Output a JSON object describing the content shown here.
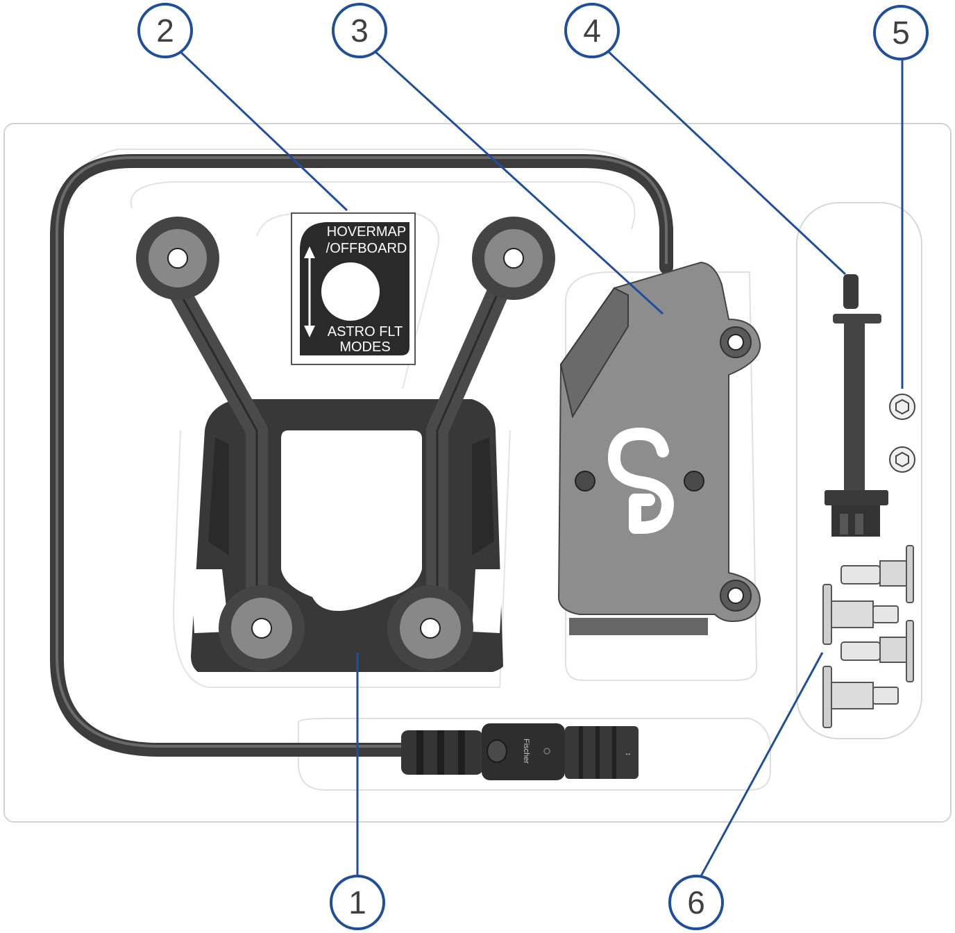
{
  "callouts": [
    "1",
    "2",
    "3",
    "4",
    "5",
    "6"
  ],
  "switch_label": {
    "top_line1": "HOVERMAP",
    "top_line2": "/OFFBOARD",
    "bottom_line1": "ASTRO FLT",
    "bottom_line2": "MODES"
  },
  "connector_brand": "Fischer",
  "colors": {
    "callout_stroke": "#1f4e9c",
    "leader_line": "#1f4e9c",
    "part_dark": "#3a3a3a",
    "part_grey": "#8c8c8c",
    "tray": "#ffffff",
    "tray_outline": "#d0d0d0"
  },
  "icons": [
    "arrow-up-down-icon",
    "s-logo-icon"
  ]
}
